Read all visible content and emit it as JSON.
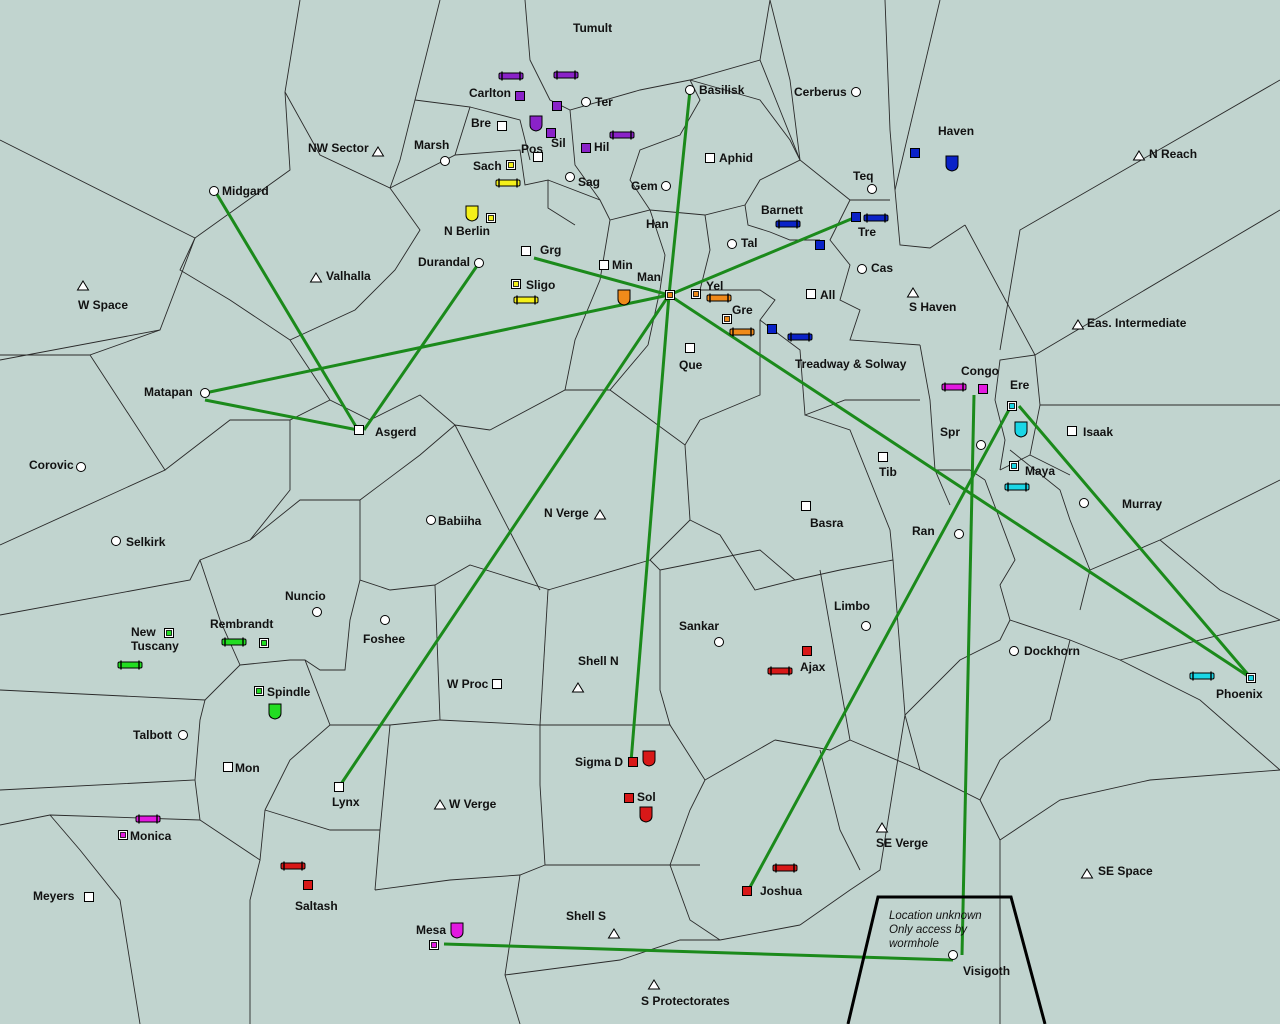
{
  "map": {
    "colors": {
      "background": "#c1d4cf",
      "wormhole": "#1b8a1b",
      "purple": "#8a22c8",
      "yellow": "#f4f01a",
      "orange": "#f08a1a",
      "blue": "#0a22c8",
      "magenta": "#e21ae0",
      "cyan": "#1ad6e6",
      "green": "#22dd22",
      "red": "#d81818"
    },
    "note_lines": [
      "Location unknown",
      "Only access by",
      "wormhole"
    ],
    "systems": [
      {
        "name": "Tumult"
      },
      {
        "name": "Basilisk",
        "marker": "circle"
      },
      {
        "name": "Cerberus",
        "marker": "circle"
      },
      {
        "name": "Carlton"
      },
      {
        "name": "Ter",
        "marker": "circle"
      },
      {
        "name": "Bre",
        "marker": "square"
      },
      {
        "name": "Pos",
        "marker": "square"
      },
      {
        "name": "Sil"
      },
      {
        "name": "Hil"
      },
      {
        "name": "NW Sector",
        "marker": "triangle"
      },
      {
        "name": "Marsh",
        "marker": "circle"
      },
      {
        "name": "Sach"
      },
      {
        "name": "Sag",
        "marker": "circle"
      },
      {
        "name": "Gem",
        "marker": "circle"
      },
      {
        "name": "Aphid",
        "marker": "square"
      },
      {
        "name": "Haven"
      },
      {
        "name": "N Reach",
        "marker": "triangle"
      },
      {
        "name": "Teq",
        "marker": "circle"
      },
      {
        "name": "Midgard",
        "marker": "circle"
      },
      {
        "name": "N Berlin"
      },
      {
        "name": "Barnett"
      },
      {
        "name": "Tre"
      },
      {
        "name": "Han"
      },
      {
        "name": "Grg",
        "marker": "square"
      },
      {
        "name": "Tal",
        "marker": "circle"
      },
      {
        "name": "Cas",
        "marker": "circle"
      },
      {
        "name": "Valhalla",
        "marker": "triangle"
      },
      {
        "name": "Durandal",
        "marker": "circle"
      },
      {
        "name": "Min",
        "marker": "square"
      },
      {
        "name": "Man"
      },
      {
        "name": "Sligo"
      },
      {
        "name": "Yel"
      },
      {
        "name": "All",
        "marker": "square"
      },
      {
        "name": "W Space",
        "marker": "triangle"
      },
      {
        "name": "S Haven",
        "marker": "triangle"
      },
      {
        "name": "Gre"
      },
      {
        "name": "Eas. Intermediate",
        "marker": "triangle"
      },
      {
        "name": "Que",
        "marker": "square"
      },
      {
        "name": "Treadway & Solway"
      },
      {
        "name": "Congo"
      },
      {
        "name": "Matapan",
        "marker": "circle"
      },
      {
        "name": "Ere"
      },
      {
        "name": "Asgerd",
        "marker": "square"
      },
      {
        "name": "Isaak",
        "marker": "square"
      },
      {
        "name": "Spr",
        "marker": "circle"
      },
      {
        "name": "Corovic",
        "marker": "circle"
      },
      {
        "name": "Tib",
        "marker": "square"
      },
      {
        "name": "Maya"
      },
      {
        "name": "Murray",
        "marker": "circle"
      },
      {
        "name": "N Verge",
        "marker": "triangle"
      },
      {
        "name": "Babiiha",
        "marker": "circle"
      },
      {
        "name": "Basra",
        "marker": "square"
      },
      {
        "name": "Selkirk",
        "marker": "circle"
      },
      {
        "name": "Ran",
        "marker": "circle"
      },
      {
        "name": "Nuncio",
        "marker": "circle"
      },
      {
        "name": "Sankar",
        "marker": "circle"
      },
      {
        "name": "Limbo",
        "marker": "circle"
      },
      {
        "name": "Rembrandt"
      },
      {
        "name": "New"
      },
      {
        "name": "Tuscany"
      },
      {
        "name": "Foshee",
        "marker": "circle"
      },
      {
        "name": "Dockhorn",
        "marker": "circle"
      },
      {
        "name": "Shell N",
        "marker": "triangle"
      },
      {
        "name": "Ajax"
      },
      {
        "name": "W Proc",
        "marker": "square"
      },
      {
        "name": "Spindle"
      },
      {
        "name": "Phoenix"
      },
      {
        "name": "Talbott",
        "marker": "circle"
      },
      {
        "name": "Sigma D"
      },
      {
        "name": "Mon",
        "marker": "square"
      },
      {
        "name": "Lynx",
        "marker": "square"
      },
      {
        "name": "W Verge",
        "marker": "triangle"
      },
      {
        "name": "Sol"
      },
      {
        "name": "Monica"
      },
      {
        "name": "SE Verge",
        "marker": "triangle"
      },
      {
        "name": "SE Space",
        "marker": "triangle"
      },
      {
        "name": "Joshua"
      },
      {
        "name": "Saltash"
      },
      {
        "name": "Meyers",
        "marker": "square"
      },
      {
        "name": "Shell S",
        "marker": "triangle"
      },
      {
        "name": "Mesa"
      },
      {
        "name": "Visigoth",
        "marker": "circle"
      },
      {
        "name": "S Protectorates",
        "marker": "triangle"
      }
    ]
  }
}
